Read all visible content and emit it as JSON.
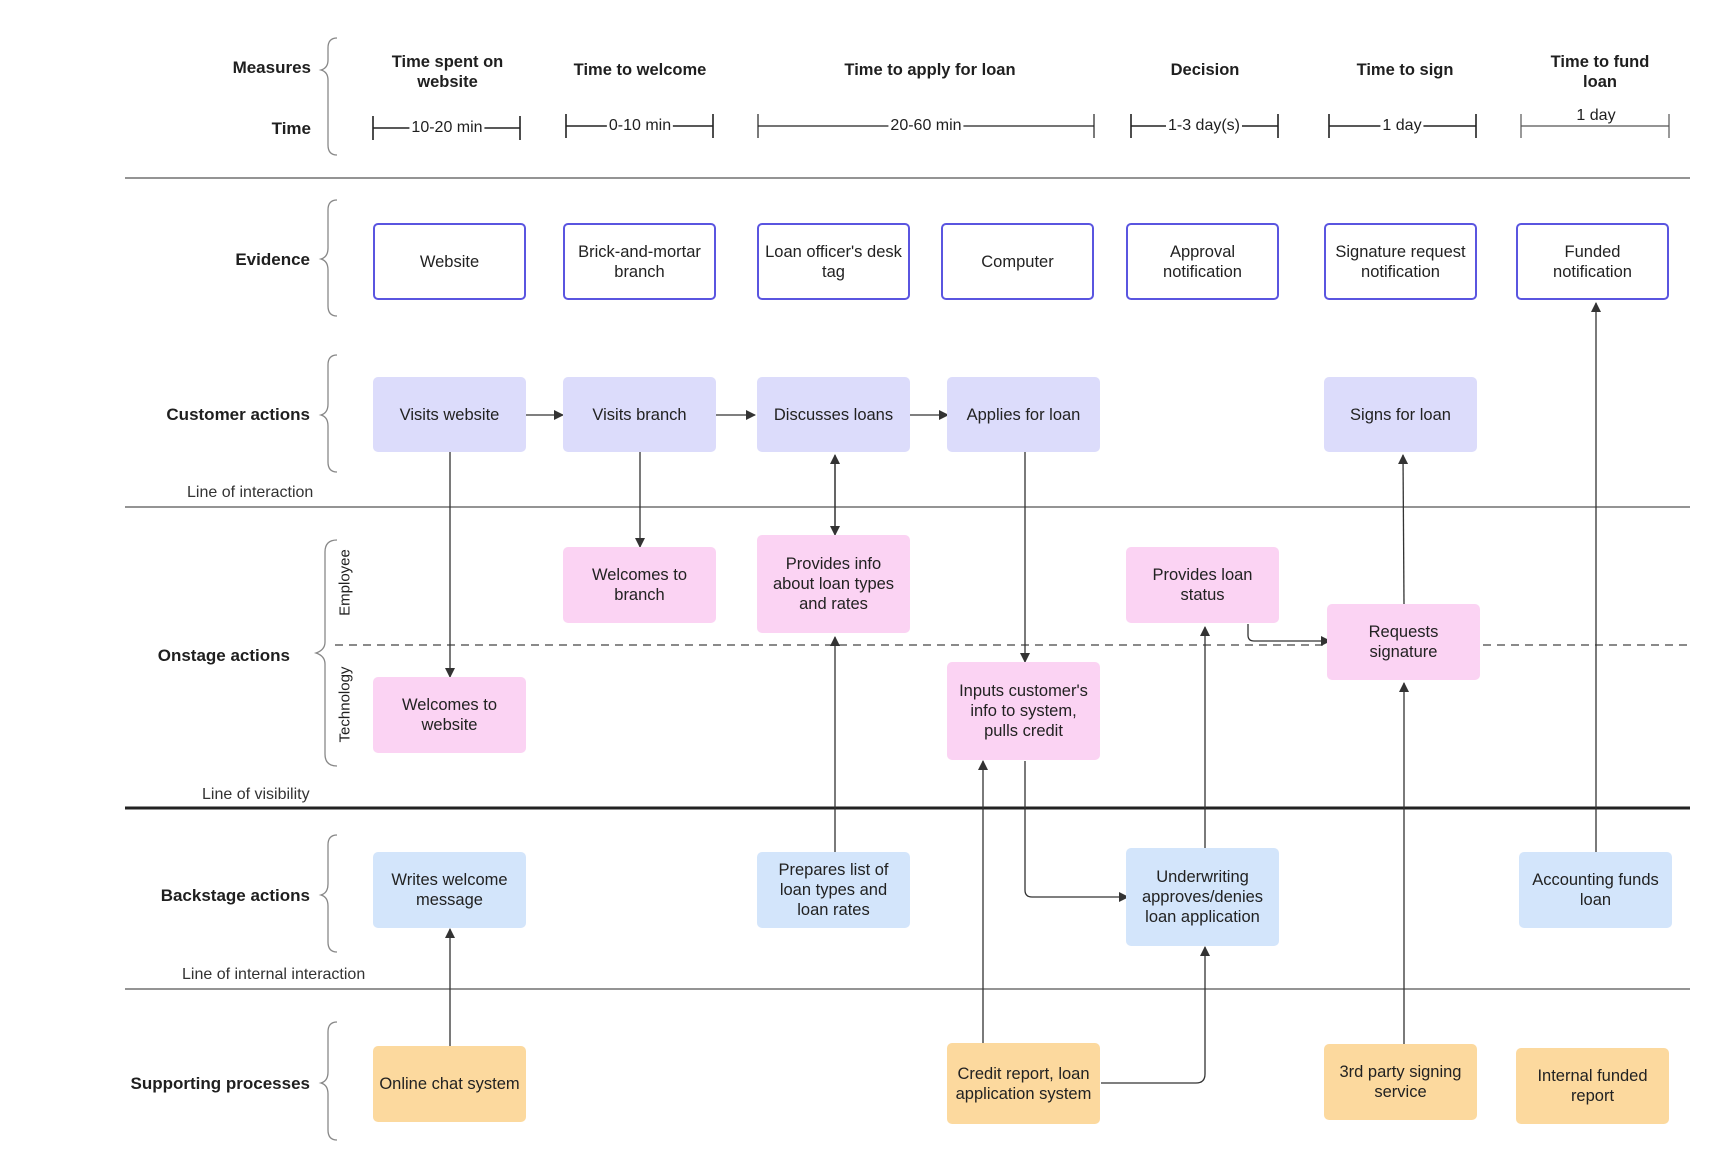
{
  "colors": {
    "evidence_border": "#5a55e0",
    "customer": "#dcdcfb",
    "onstage": "#fbd3f3",
    "backstage": "#d3e5fb",
    "support": "#fcd99e"
  },
  "rows": {
    "measures": "Measures",
    "time": "Time",
    "evidence": "Evidence",
    "customer_actions": "Customer actions",
    "onstage_actions": "Onstage actions",
    "backstage_actions": "Backstage actions",
    "supporting_processes": "Supporting processes"
  },
  "lines": {
    "interaction": "Line of interaction",
    "visibility": "Line of visibility",
    "internal": "Line of internal interaction"
  },
  "sublanes": {
    "employee": "Employee",
    "technology": "Technology"
  },
  "columns": [
    {
      "measure": "Time spent on website",
      "time": "10-20 min"
    },
    {
      "measure": "Time to welcome",
      "time": "0-10 min"
    },
    {
      "measure": "Time to apply for loan",
      "time": "20-60 min"
    },
    {
      "measure": "Decision",
      "time": "1-3 day(s)"
    },
    {
      "measure": "Time to sign",
      "time": "1 day"
    },
    {
      "measure": "Time to fund loan",
      "time": "1 day"
    }
  ],
  "evidence": [
    "Website",
    "Brick-and-mortar branch",
    "Loan officer's desk tag",
    "Computer",
    "Approval notification",
    "Signature request notification",
    "Funded notification"
  ],
  "customer": [
    "Visits website",
    "Visits branch",
    "Discusses loans",
    "Applies for loan",
    "Signs for loan"
  ],
  "onstage": [
    "Welcomes to branch",
    "Provides info about loan types and rates",
    "Provides loan status",
    "Requests signature",
    "Welcomes to website",
    "Inputs customer's info to system, pulls credit"
  ],
  "backstage": [
    "Writes welcome message",
    "Prepares list of loan types and loan rates",
    "Underwriting approves/denies loan application",
    "Accounting funds loan"
  ],
  "support": [
    "Online chat system",
    "Credit report, loan application system",
    "3rd party signing service",
    "Internal funded report"
  ]
}
